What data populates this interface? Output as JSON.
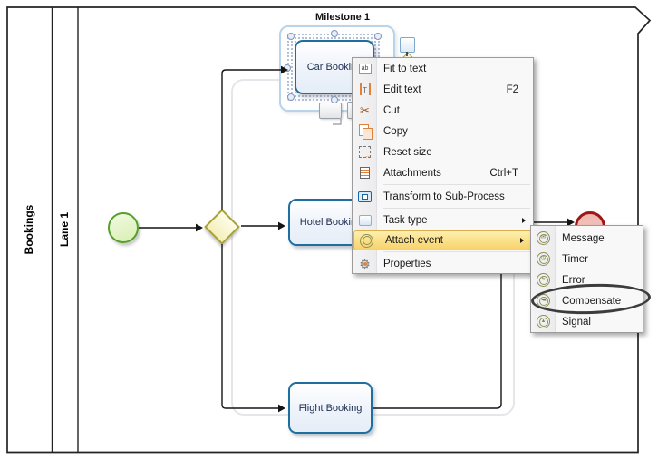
{
  "diagram": {
    "pool_label": "Bookings",
    "lane_label": "Lane 1",
    "milestone_label": "Milestone 1",
    "tasks": {
      "car": "Car Booking",
      "hotel": "Hotel Booking",
      "flight": "Flight Booking"
    },
    "shapes": {
      "start_event": "start-event",
      "exclusive_gateway": "gateway",
      "end_event": "end-event"
    }
  },
  "context_menu": {
    "items": [
      {
        "label": "Fit to text",
        "icon": "fit-to-text-icon"
      },
      {
        "label": "Edit text",
        "shortcut": "F2",
        "icon": "edit-text-icon"
      },
      {
        "label": "Cut",
        "icon": "cut-icon"
      },
      {
        "label": "Copy",
        "icon": "copy-icon"
      },
      {
        "label": "Reset size",
        "icon": "reset-size-icon"
      },
      {
        "label": "Attachments",
        "shortcut": "Ctrl+T",
        "icon": "attachments-icon"
      },
      {
        "label": "Transform to Sub-Process",
        "icon": "subprocess-icon"
      },
      {
        "label": "Task type",
        "icon": "task-type-icon",
        "has_submenu": true
      },
      {
        "label": "Attach event",
        "icon": "attach-event-icon",
        "has_submenu": true,
        "highlighted": true
      },
      {
        "label": "Properties",
        "icon": "gear-icon"
      }
    ]
  },
  "attach_event_submenu": {
    "items": [
      {
        "label": "Message",
        "icon": "message-event-icon"
      },
      {
        "label": "Timer",
        "icon": "timer-event-icon"
      },
      {
        "label": "Error",
        "icon": "error-event-icon"
      },
      {
        "label": "Compensate",
        "icon": "compensate-event-icon",
        "annotated": true
      },
      {
        "label": "Signal",
        "icon": "signal-event-icon"
      }
    ]
  },
  "icon_glyphs": {
    "cut": "✂",
    "gear": "⚙",
    "fit_ab": "ab",
    "edit_t": "T",
    "message": "✉",
    "timer": "◷",
    "error": "ϟ",
    "compensate": "◂◂",
    "signal": "▴"
  },
  "colors": {
    "task_border": "#1e6fa0",
    "start_border": "#55a02c",
    "gateway_border": "#a8a232",
    "end_border": "#9c1616",
    "group_border": "#b9d3e8",
    "menu_highlight": "#f7d26d",
    "annotation": "#3c3c3c"
  }
}
